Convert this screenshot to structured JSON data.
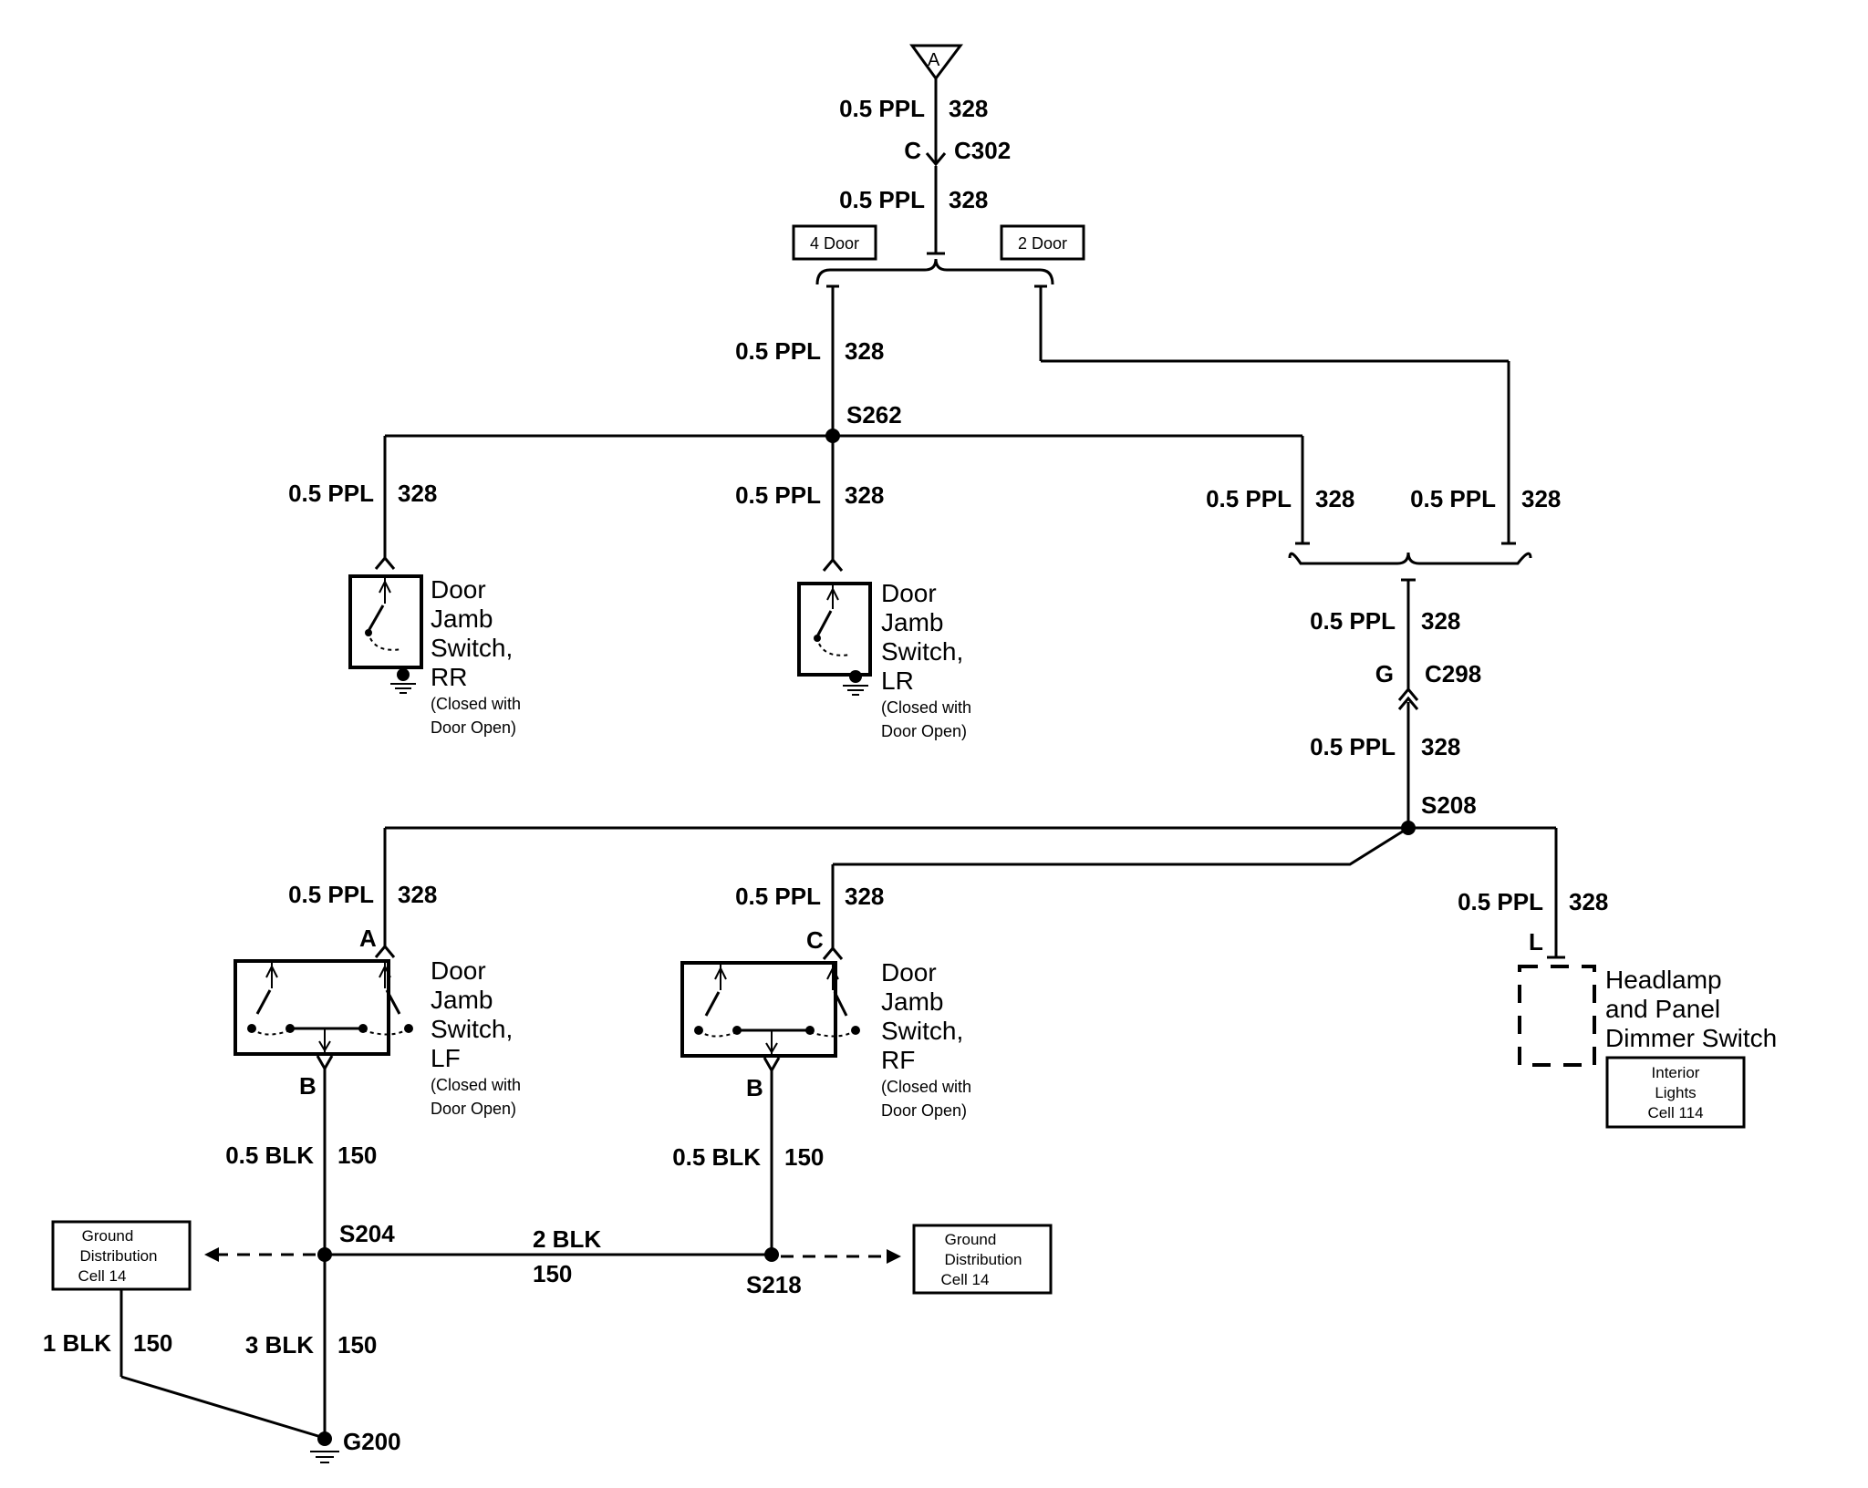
{
  "top_connector": {
    "letter": "A"
  },
  "wires": {
    "top_1": {
      "gauge": "0.5 PPL",
      "circuit": "328"
    },
    "top_2": {
      "gauge": "0.5 PPL",
      "circuit": "328"
    },
    "sel_4door_out": {
      "gauge": "0.5 PPL",
      "circuit": "328"
    },
    "rr": {
      "gauge": "0.5 PPL",
      "circuit": "328"
    },
    "lr": {
      "gauge": "0.5 PPL",
      "circuit": "328"
    },
    "s262_right": {
      "gauge": "0.5 PPL",
      "circuit": "328"
    },
    "two_door_right": {
      "gauge": "0.5 PPL",
      "circuit": "328"
    },
    "c298_above": {
      "gauge": "0.5 PPL",
      "circuit": "328"
    },
    "c298_below": {
      "gauge": "0.5 PPL",
      "circuit": "328"
    },
    "lf": {
      "gauge": "0.5 PPL",
      "circuit": "328"
    },
    "rf": {
      "gauge": "0.5 PPL",
      "circuit": "328"
    },
    "headlamp": {
      "gauge": "0.5 PPL",
      "circuit": "328"
    },
    "lf_ground": {
      "gauge": "0.5 BLK",
      "circuit": "150"
    },
    "rf_ground": {
      "gauge": "0.5 BLK",
      "circuit": "150"
    },
    "s204_s218": {
      "gauge": "2 BLK",
      "circuit": "150"
    },
    "left_ground": {
      "gauge": "1 BLK",
      "circuit": "150"
    },
    "s204_g200": {
      "gauge": "3 BLK",
      "circuit": "150"
    }
  },
  "connectors": {
    "c302": {
      "pin": "C",
      "name": "C302"
    },
    "c298": {
      "pin": "G",
      "name": "C298"
    }
  },
  "selectors": {
    "four_door": "4 Door",
    "two_door": "2 Door"
  },
  "splices": {
    "s262": "S262",
    "s208": "S208",
    "s204": "S204",
    "s218": "S218",
    "g200": "G200"
  },
  "components": {
    "rr_switch": {
      "lines": [
        "Door",
        "Jamb",
        "Switch,",
        "RR"
      ],
      "note": [
        "(Closed with",
        "Door Open)"
      ]
    },
    "lr_switch": {
      "lines": [
        "Door",
        "Jamb",
        "Switch,",
        "LR"
      ],
      "note": [
        "(Closed with",
        "Door Open)"
      ]
    },
    "lf_switch": {
      "lines": [
        "Door",
        "Jamb",
        "Switch,",
        "LF"
      ],
      "note": [
        "(Closed with",
        "Door Open)"
      ],
      "pin_top": "A",
      "pin_bottom": "B"
    },
    "rf_switch": {
      "lines": [
        "Door",
        "Jamb",
        "Switch,",
        "RF"
      ],
      "note": [
        "(Closed with",
        "Door Open)"
      ],
      "pin_top": "C",
      "pin_bottom": "B"
    },
    "headlamp_switch": {
      "lines": [
        "Headlamp",
        "and Panel",
        "Dimmer Switch"
      ],
      "pin": "L"
    }
  },
  "ref_boxes": {
    "interior_lights": [
      "Interior",
      "Lights",
      "Cell 114"
    ],
    "ground_dist_left": [
      "Ground",
      "Distribution",
      "Cell 14"
    ],
    "ground_dist_right": [
      "Ground",
      "Distribution",
      "Cell 14"
    ]
  }
}
